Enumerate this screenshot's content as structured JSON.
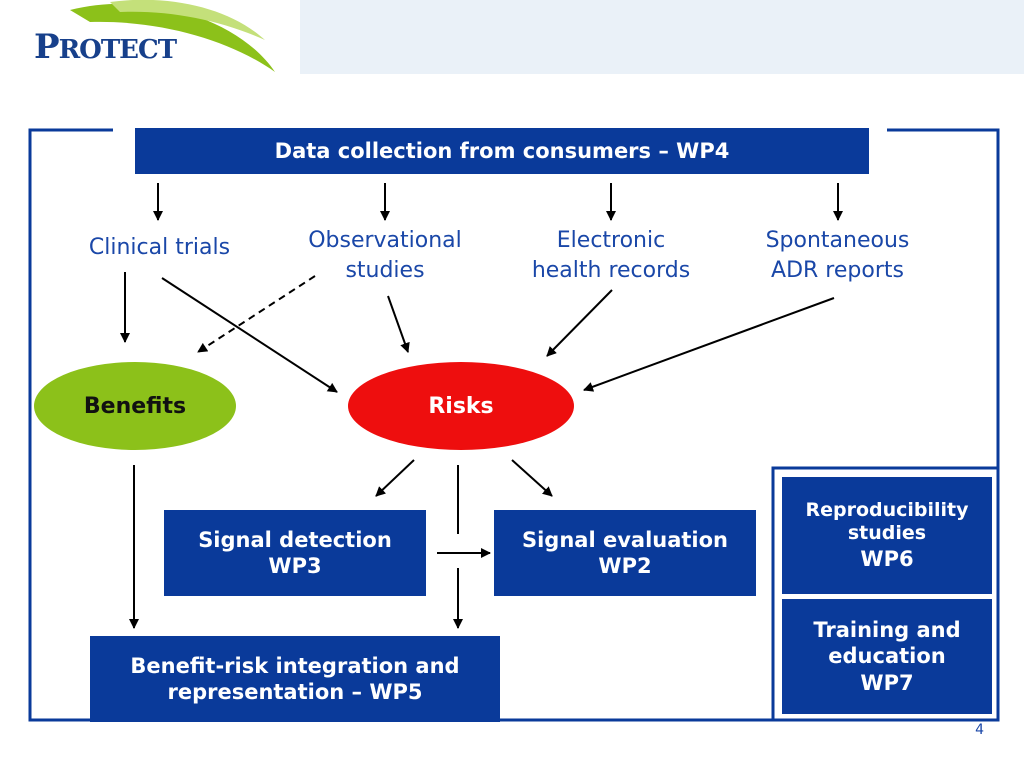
{
  "logo": {
    "first": "P",
    "rest": "ROTECT"
  },
  "top_box": "Data collection from consumers – WP4",
  "sources": {
    "clinical": "Clinical trials",
    "observational": [
      "Observational",
      "studies"
    ],
    "ehr": [
      "Electronic",
      "health records"
    ],
    "spontaneous": [
      "Spontaneous",
      "ADR reports"
    ]
  },
  "benefits": "Benefits",
  "risks": "Risks",
  "signal_detection": [
    "Signal detection",
    "WP3"
  ],
  "signal_evaluation": [
    "Signal evaluation",
    "WP2"
  ],
  "integration": [
    "Benefit-risk integration and",
    "representation – WP5"
  ],
  "reproducibility": [
    "Reproducibility",
    "studies",
    "WP6"
  ],
  "training": [
    "Training and",
    "education",
    "WP7"
  ],
  "page_number": "4",
  "colors": {
    "navy": "#0a3a9a",
    "benefits": "#8cc11a",
    "risks": "#ee0e0e",
    "text_blue": "#1a47a8"
  }
}
